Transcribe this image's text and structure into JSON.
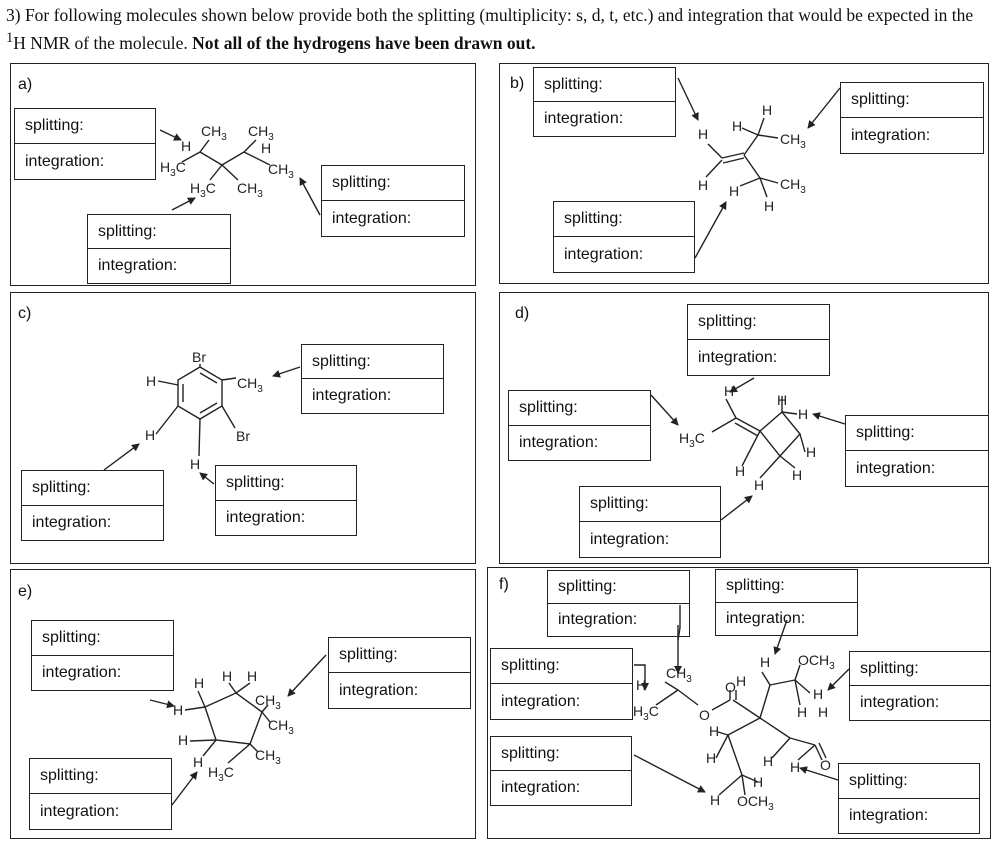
{
  "question": {
    "prefix": "3) For following molecules shown below provide both the splitting (multiplicity: s, d, t, etc.) and integration that would be expected in the ",
    "sup": "1",
    "mid": "H NMR of the molecule. ",
    "bold": "Not all of the hydrogens have been drawn out."
  },
  "field_labels": {
    "splitting": "splitting:",
    "integration": "integration:"
  },
  "panels": {
    "a": {
      "label": "a)"
    },
    "b": {
      "label": "b)"
    },
    "c": {
      "label": "c)"
    },
    "d": {
      "label": "d)"
    },
    "e": {
      "label": "e)"
    },
    "f": {
      "label": "f)"
    }
  }
}
